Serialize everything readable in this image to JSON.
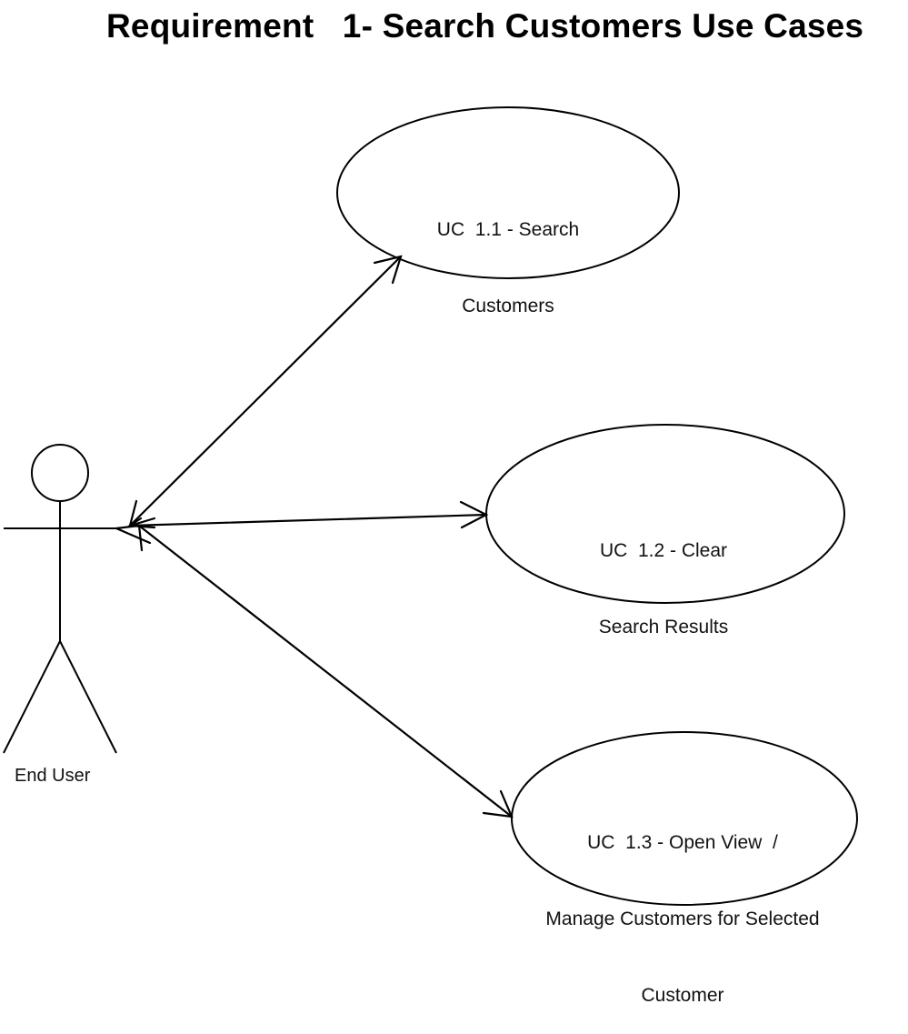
{
  "title": "Requirement   1- Search Customers Use Cases",
  "actor": {
    "name": "End User",
    "icon": "stick-figure-icon"
  },
  "use_cases": [
    {
      "id": "UC 1.1",
      "lines": [
        "UC  1.1 - Search",
        "Customers"
      ]
    },
    {
      "id": "UC 1.2",
      "lines": [
        "UC  1.2 - Clear",
        "Search Results"
      ]
    },
    {
      "id": "UC 1.3",
      "lines": [
        "UC  1.3 - Open View  /",
        "Manage Customers for Selected",
        "Customer"
      ]
    }
  ],
  "associations": [
    {
      "from": "End User",
      "to": "UC 1.1",
      "type": "bidirectional-arrow"
    },
    {
      "from": "End User",
      "to": "UC 1.2",
      "type": "bidirectional-arrow"
    },
    {
      "from": "End User",
      "to": "UC 1.3",
      "type": "bidirectional-arrow"
    }
  ],
  "colors": {
    "stroke": "#000000",
    "background": "#ffffff"
  }
}
